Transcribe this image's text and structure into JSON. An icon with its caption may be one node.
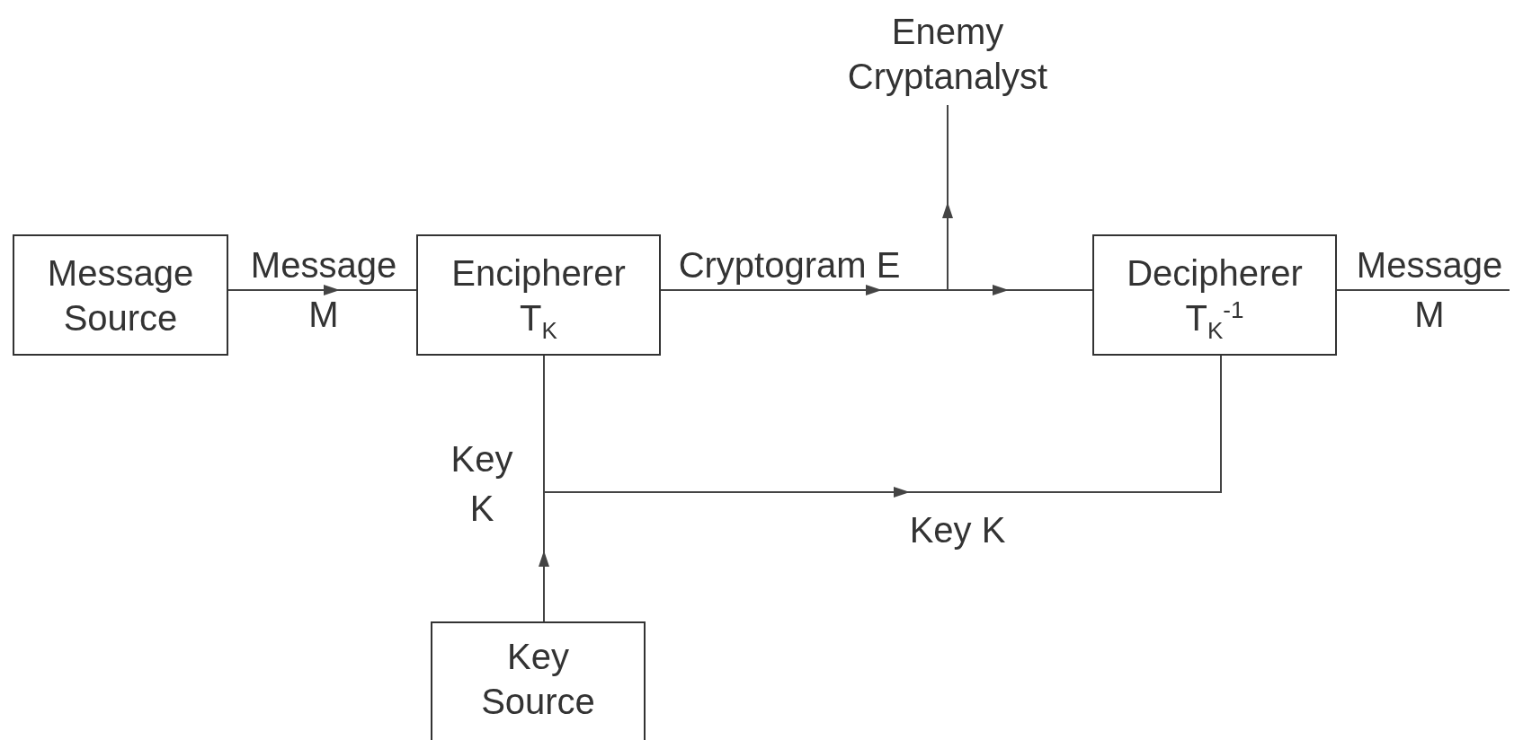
{
  "diagram": {
    "nodes": [
      {
        "text": [
          "Message Source"
        ]
      },
      {
        "text": [
          "Encipherer T$_{K}$"
        ]
      },
      {
        "text": [
          "Decipherer T$_{K}$$^{-1}$"
        ]
      },
      {
        "text": [
          "Key Source"
        ]
      },
      {
        "text": [
          "Enemy Cryptanalyst"
        ]
      }
    ],
    "edges": [
      {
        "from": 0,
        "to": 1,
        "arrow": "to",
        "label": "Message M"
      },
      {
        "from": 1,
        "to": 2,
        "arrow": "to",
        "label": "Cryptogram E"
      },
      {
        "from": 1,
        "to": 4,
        "arrow": "to"
      },
      {
        "from": 3,
        "to": 1,
        "arrow": "to",
        "label": "Key K"
      },
      {
        "from": 3,
        "to": 2,
        "arrow": "to",
        "label": "Key K"
      },
      {
        "from": 2,
        "to": null,
        "arrow": "none",
        "label": "Message M"
      }
    ]
  }
}
